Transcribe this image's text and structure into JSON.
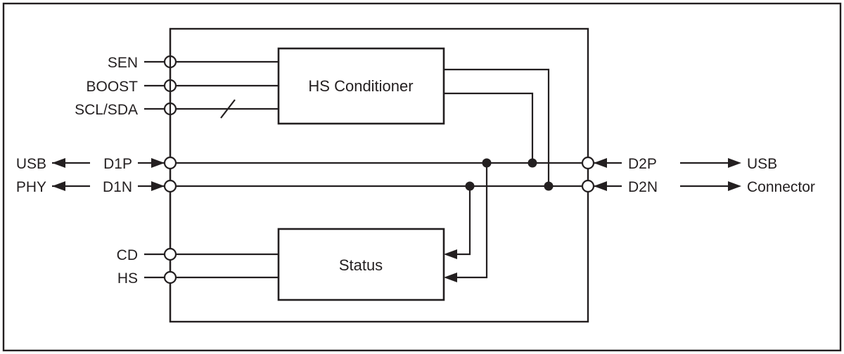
{
  "figure": {
    "type": "block-diagram",
    "subject": "USB high-speed signal conditioner block diagram",
    "background_color": "#ffffff",
    "line_color": "#231f20"
  },
  "blocks": [
    {
      "id": "hs-conditioner",
      "label": "HS Conditioner"
    },
    {
      "id": "status",
      "label": "Status"
    }
  ],
  "left_pins": [
    {
      "id": "sen",
      "label": "SEN"
    },
    {
      "id": "boost",
      "label": "BOOST"
    },
    {
      "id": "sclsda",
      "label": "SCL/SDA"
    },
    {
      "id": "cd",
      "label": "CD"
    },
    {
      "id": "hs",
      "label": "HS"
    }
  ],
  "differential_left": [
    {
      "id": "d1p",
      "pin_label": "D1P",
      "endpoint_label": "USB",
      "direction": "bidirectional"
    },
    {
      "id": "d1n",
      "pin_label": "D1N",
      "endpoint_label": "PHY",
      "direction": "bidirectional"
    }
  ],
  "differential_right": [
    {
      "id": "d2p",
      "pin_label": "D2P",
      "endpoint_label": "USB",
      "direction": "bidirectional"
    },
    {
      "id": "d2n",
      "pin_label": "D2N",
      "endpoint_label": "Connector",
      "direction": "bidirectional"
    }
  ],
  "annotations": [
    {
      "id": "bus-slash",
      "on": "sclsda",
      "meaning": "multi-conductor bus slash"
    }
  ]
}
